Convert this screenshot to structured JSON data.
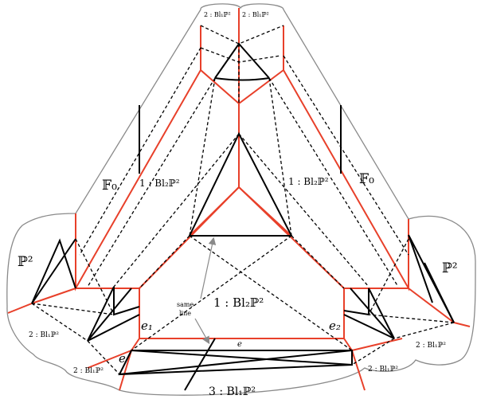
{
  "diagram": {
    "regions": {
      "center": "1 : Bl₂ℙ²",
      "left_face": "1 : Bl₂ℙ²",
      "right_face": "1 : Bl₂ℙ²",
      "bottom": "3 : Bl₁ℙ²",
      "top_left": "2 : Bl₁ℙ²",
      "top_right": "2 : Bl₁ℙ²",
      "left_lower": "2 : Bl₁ℙ²",
      "left_bottom": "2 : Bl₁ℙ²",
      "right_lower": "2 : Bl₁ℙ²",
      "right_bottom": "2 : Bl₁ℙ²",
      "p2_left": "ℙ²",
      "p2_right": "ℙ²",
      "f0_left": "𝔽₀",
      "f0_right": "𝔽₀"
    },
    "edges": {
      "e": "e",
      "e_left": "e",
      "e1": "e₁",
      "e2": "e₂"
    },
    "annotation": {
      "line1": "same",
      "line2": "line"
    },
    "colors": {
      "red": "#e8402a",
      "black": "#000000",
      "gray": "#8a8a8a"
    }
  }
}
